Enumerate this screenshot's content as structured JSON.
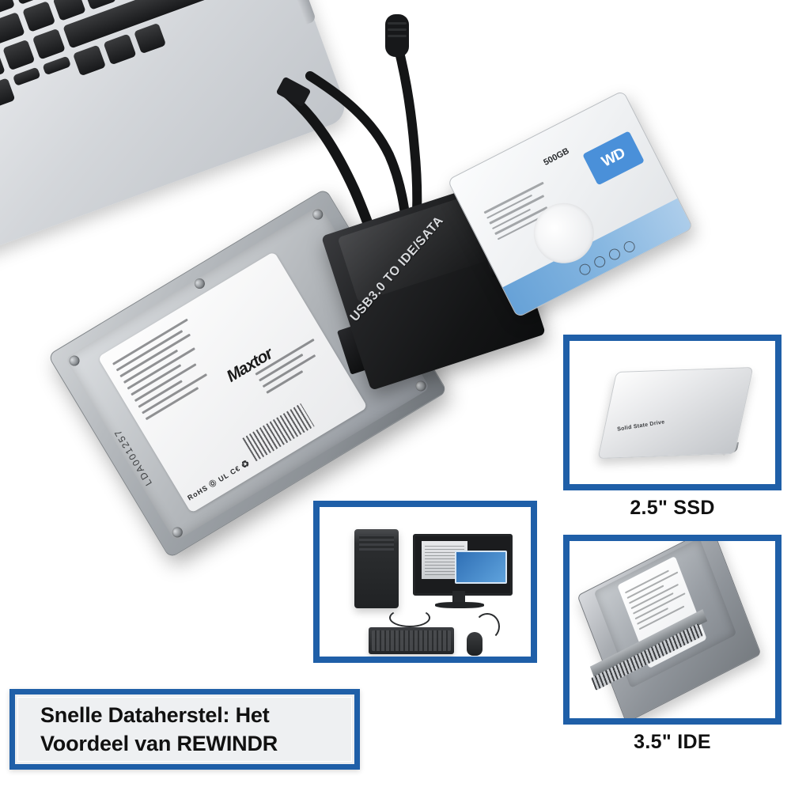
{
  "background_color": "#ffffff",
  "accent_color": "#1f5fa8",
  "caption": {
    "line1": "Snelle Dataherstel: Het",
    "line2": "Voordeel van REWINDR",
    "border_color": "#1f5fa8",
    "fill_color": "#eef0f2"
  },
  "adapter": {
    "label": "USB3.0 TO IDE/SATA",
    "body_color": "#16171a"
  },
  "drives": {
    "maxtor": {
      "brand": "Maxtor",
      "serial": "LDA001257",
      "certs": "RoHS Ⓞ UL C€ ♻"
    },
    "wd": {
      "brand": "WD",
      "capacity": "500GB"
    }
  },
  "cards": [
    {
      "id": "ssd",
      "caption": "2.5\" SSD",
      "border_color": "#1f5fa8",
      "photo_alt": "2.5 inch silver solid state drive",
      "device_text": "Solid State Drive"
    },
    {
      "id": "pc",
      "caption": "",
      "border_color": "#1f5fa8",
      "photo_alt": "Desktop computer tower with monitor, keyboard and mouse"
    },
    {
      "id": "ide",
      "caption": "3.5\" IDE",
      "border_color": "#1f5fa8",
      "photo_alt": "3.5 inch IDE hard disk drive with pin connector"
    }
  ],
  "laptop": {
    "alt": "Silver laptop keyboard corner with USB cable connected"
  }
}
